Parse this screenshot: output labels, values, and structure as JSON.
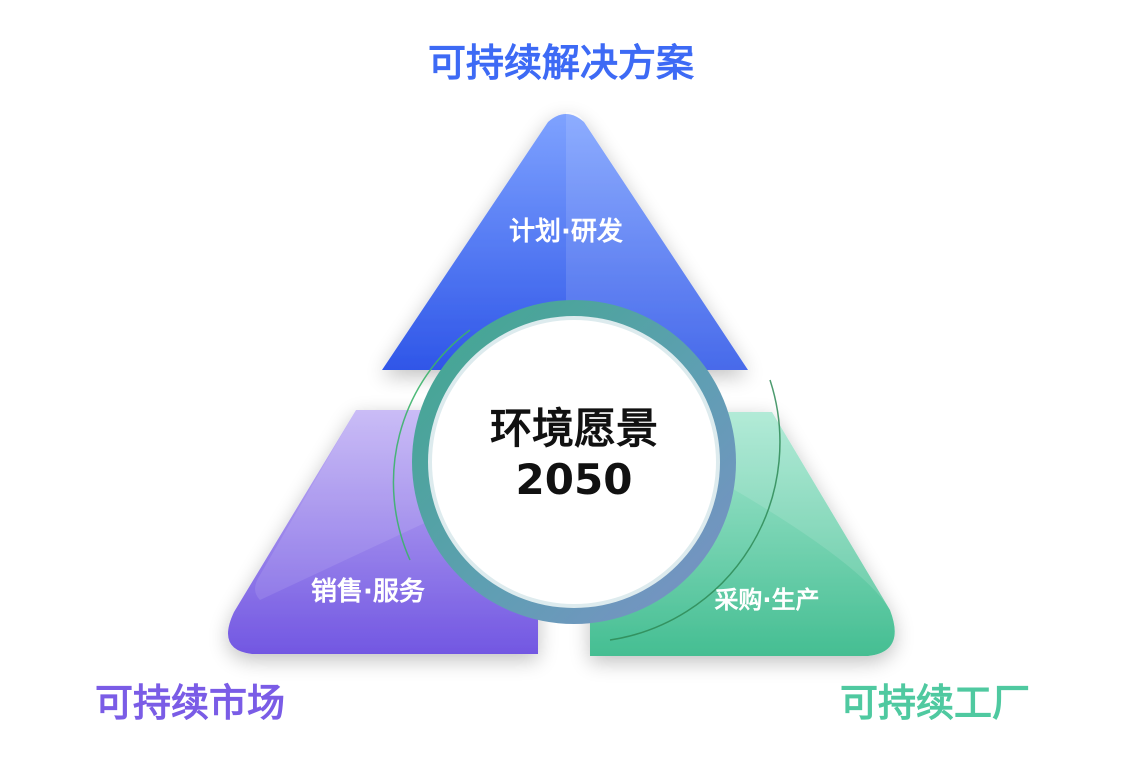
{
  "title_top": "可持续解决方案",
  "title_left": "可持续市场",
  "title_right": "可持续工厂",
  "center": {
    "line1": "环境愿景",
    "line2": "2050"
  },
  "segments": {
    "top": "计划·研发",
    "left": "销售·服务",
    "right": "采购·生产"
  },
  "colors": {
    "blue": "#3D6AF5",
    "purple": "#7A5CE6",
    "green": "#4FC9A0",
    "ring": "#5AA3A6",
    "center_text": "#111111"
  }
}
